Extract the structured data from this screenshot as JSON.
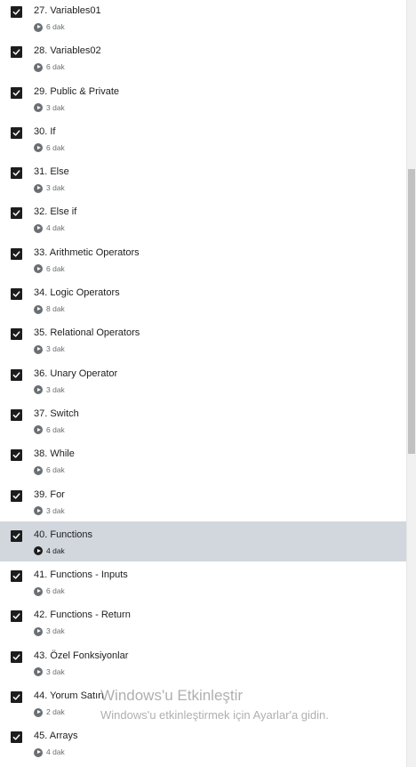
{
  "lectures": [
    {
      "title": "27. Variables01",
      "duration": "6 dak",
      "completed": true
    },
    {
      "title": "28. Variables02",
      "duration": "6 dak",
      "completed": true
    },
    {
      "title": "29. Public & Private",
      "duration": "3 dak",
      "completed": true
    },
    {
      "title": "30. If",
      "duration": "6 dak",
      "completed": true
    },
    {
      "title": "31. Else",
      "duration": "3 dak",
      "completed": true
    },
    {
      "title": "32. Else if",
      "duration": "4 dak",
      "completed": true
    },
    {
      "title": "33. Arithmetic Operators",
      "duration": "6 dak",
      "completed": true
    },
    {
      "title": "34. Logic Operators",
      "duration": "8 dak",
      "completed": true
    },
    {
      "title": "35. Relational Operators",
      "duration": "3 dak",
      "completed": true
    },
    {
      "title": "36. Unary Operator",
      "duration": "3 dak",
      "completed": true
    },
    {
      "title": "37. Switch",
      "duration": "6 dak",
      "completed": true
    },
    {
      "title": "38. While",
      "duration": "6 dak",
      "completed": true
    },
    {
      "title": "39. For",
      "duration": "3 dak",
      "completed": true
    },
    {
      "title": "40. Functions",
      "duration": "4 dak",
      "completed": true,
      "active": true
    },
    {
      "title": "41. Functions - Inputs",
      "duration": "6 dak",
      "completed": true
    },
    {
      "title": "42. Functions - Return",
      "duration": "3 dak",
      "completed": true
    },
    {
      "title": "43. Özel Fonksiyonlar",
      "duration": "3 dak",
      "completed": true
    },
    {
      "title": "44. Yorum Satırı",
      "duration": "2 dak",
      "completed": true
    },
    {
      "title": "45. Arrays",
      "duration": "4 dak",
      "completed": true
    }
  ],
  "watermark": {
    "title": "Windows'u Etkinleştir",
    "subtitle": "Windows'u etkinleştirmek için Ayarlar'a gidin."
  },
  "colors": {
    "active_row": "#d1d7dc",
    "checkbox": "#1c1d1f",
    "muted_text": "#6a6f73"
  }
}
